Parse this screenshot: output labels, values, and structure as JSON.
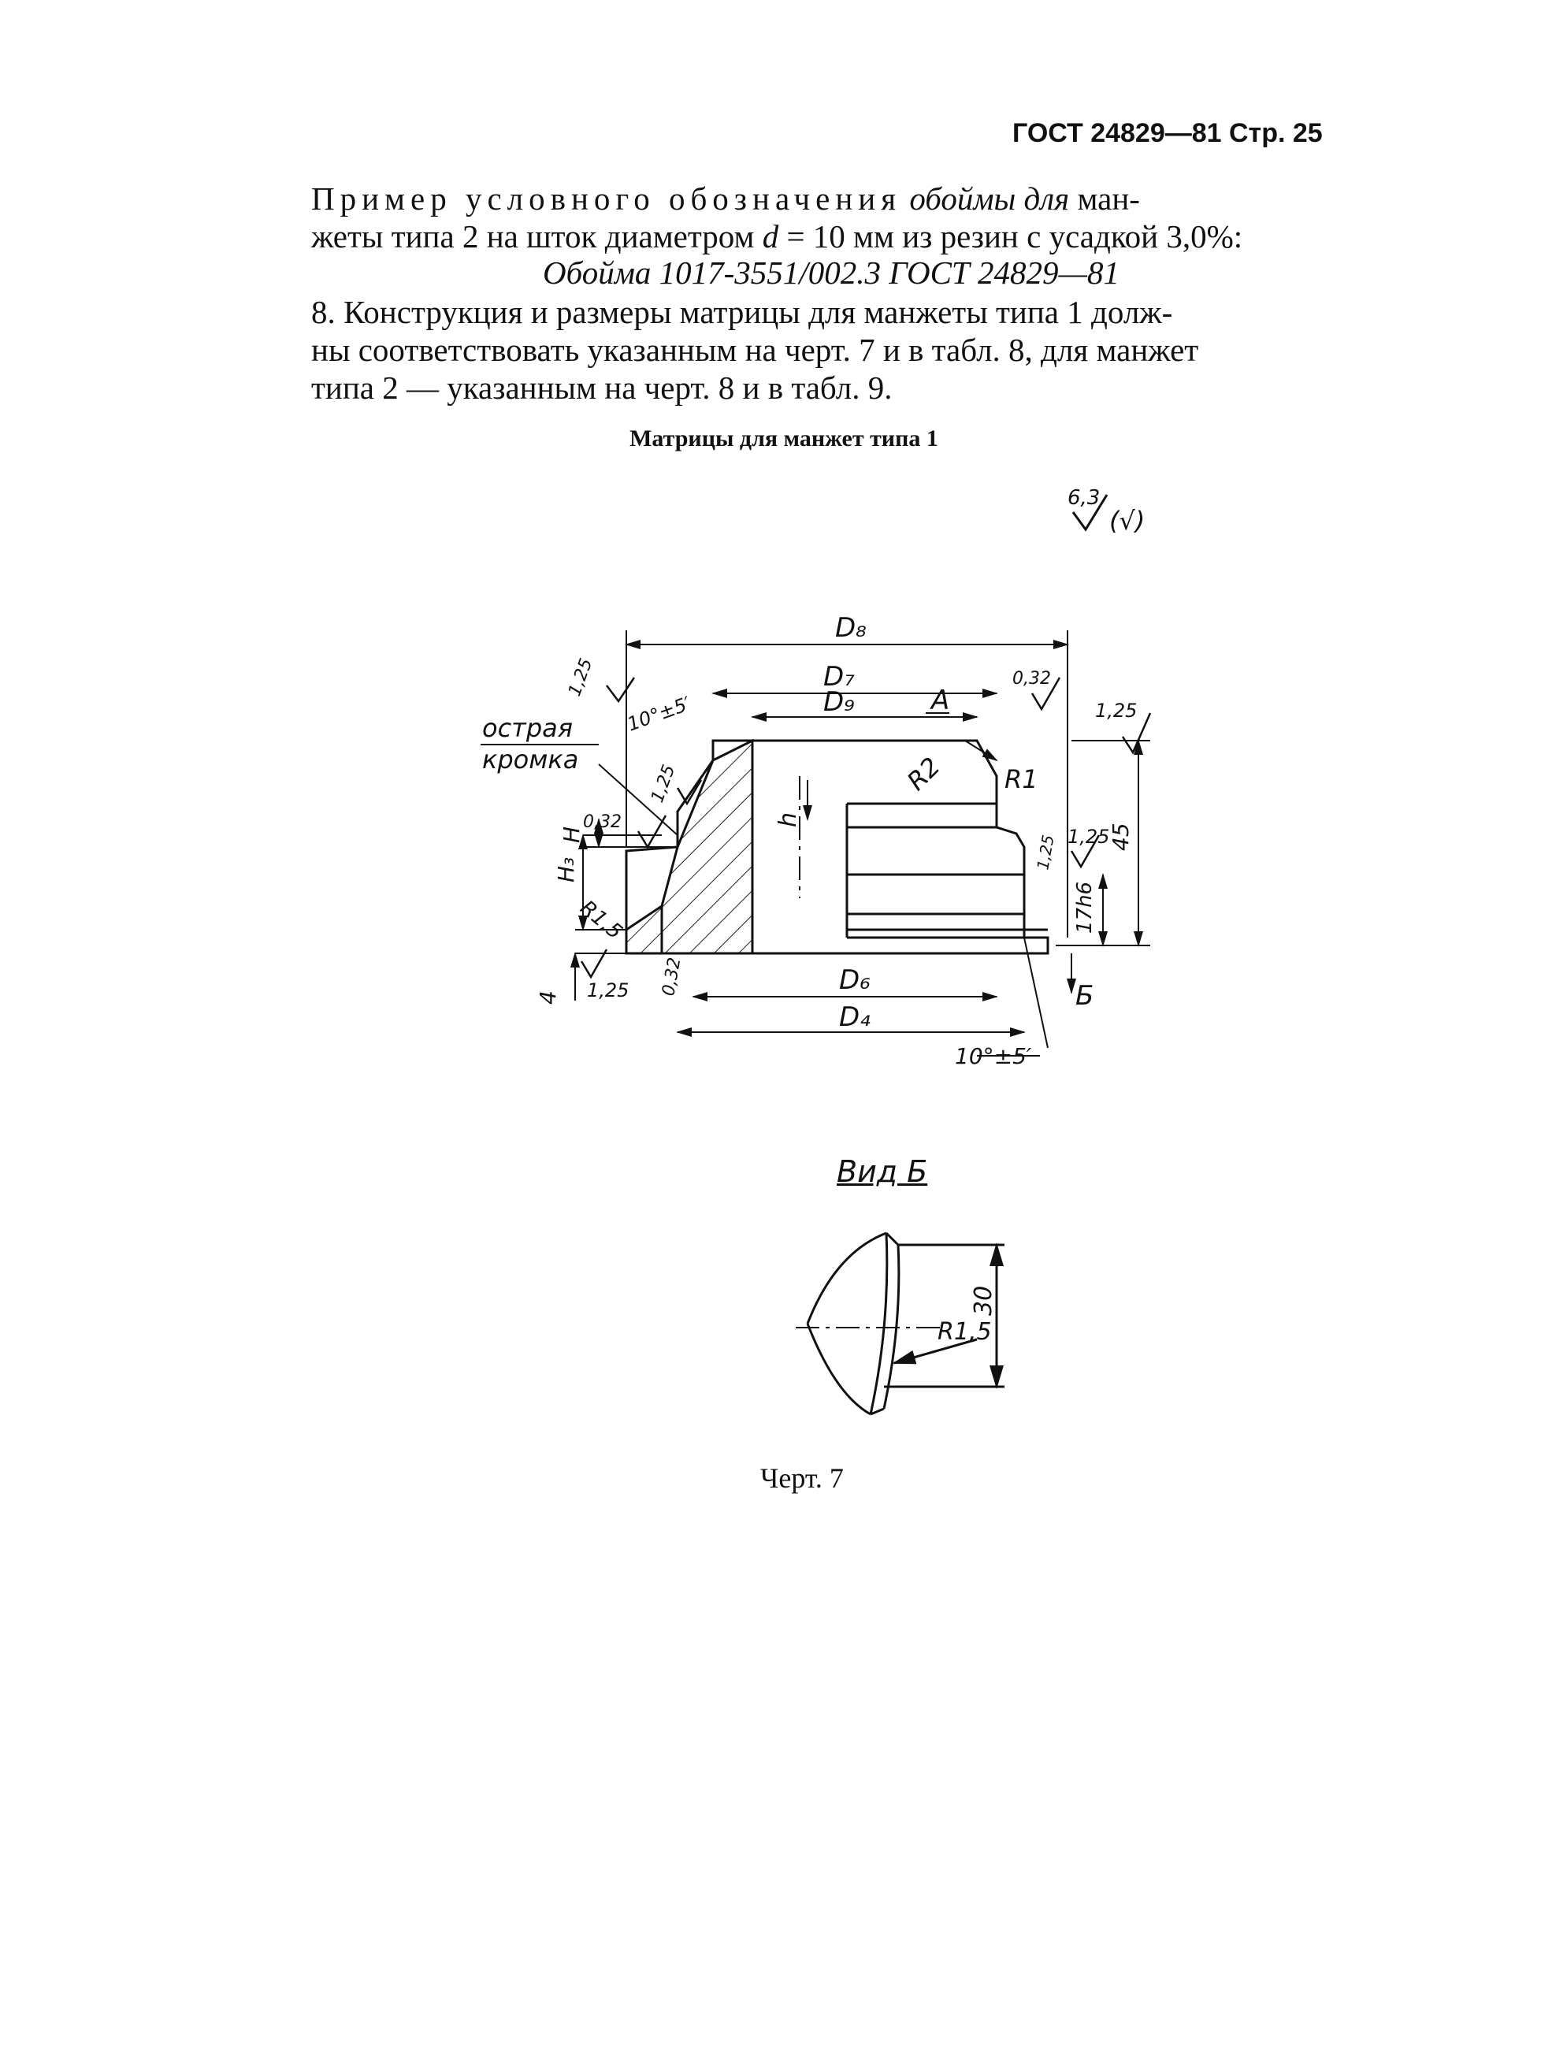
{
  "header": {
    "text": "ГОСТ 24829—81 Стр. 25"
  },
  "example": {
    "lead_spaced": "Пример условного обозначения",
    "lead_italic": " обоймы для ",
    "lead_tail": "ман-",
    "line2_a": "жеты типа 2 на шток диаметром ",
    "line2_var": "d",
    "line2_b": " = 10 мм из резин с усадкой 3,0%:",
    "designation": "Обойма 1017-3551/002.3 ГОСТ 24829—81"
  },
  "para8": {
    "line1": "8. Конструкция и размеры матрицы для манжеты типа 1 долж-",
    "line2": "ны соответствовать указанным на черт. 7 и в табл. 8, для манжет",
    "line3": "типа 2 — указанным на черт. 8 и в табл. 9."
  },
  "figure_title": "Матрицы для манжет типа 1",
  "drawing": {
    "surface_finish_general": "6,3",
    "surface_finish_paren": "(√)",
    "labels": {
      "D8": "D₈",
      "D7": "D₇",
      "D9": "D₉",
      "D6": "D₆",
      "D4": "D₄",
      "A": "А",
      "B": "Б",
      "R2": "R2",
      "R1": "R1",
      "R15": "R1,5",
      "h": "h",
      "H": "H",
      "H3": "H₃",
      "angle_top": "10°±5′",
      "angle_bottom": "10°±5′",
      "dim_45": "45",
      "dim_17h6": "17h6",
      "dim_4": "4",
      "ra_125_a": "1,25",
      "ra_125_b": "1,25",
      "ra_125_c": "1,25",
      "ra_125_d": "1,25",
      "ra_125_e": "1,25",
      "ra_032_a": "0,32",
      "ra_032_b": "0,32",
      "ra_032_c": "0,32",
      "ra_125_side": "1,25",
      "edge_note_1": "острая",
      "edge_note_2": "кромка"
    },
    "view": {
      "title": "Вид Б",
      "dim_30": "30",
      "R15": "R1,5"
    },
    "caption": "Черт. 7"
  }
}
